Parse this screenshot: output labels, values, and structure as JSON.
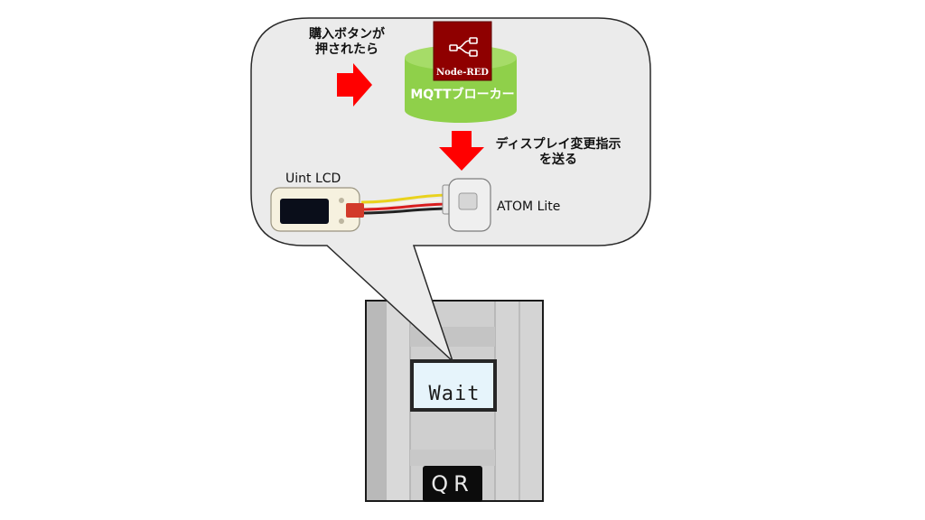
{
  "labels": {
    "trigger_line1": "購入ボタンが",
    "trigger_line2": "押されたら",
    "broker_name": "MQTTブローカー",
    "logo_name": "Node-RED",
    "action_line1": "ディスプレイ変更指示",
    "action_line2": "を送る",
    "lcd_unit": "Uint LCD",
    "controller": "ATOM Lite"
  },
  "display": {
    "screen_text": "Wait",
    "qr_text": "QR"
  },
  "colors": {
    "bubble_fill": "#ebebeb",
    "bubble_stroke": "#2a2a2a",
    "arrow": "#ff0000",
    "cylinder": "#8fd04a",
    "logo": "#8f0000"
  },
  "icons": {
    "logo": "flow-nodes-icon",
    "arrows": "arrow-right-icon, arrow-down-icon"
  }
}
